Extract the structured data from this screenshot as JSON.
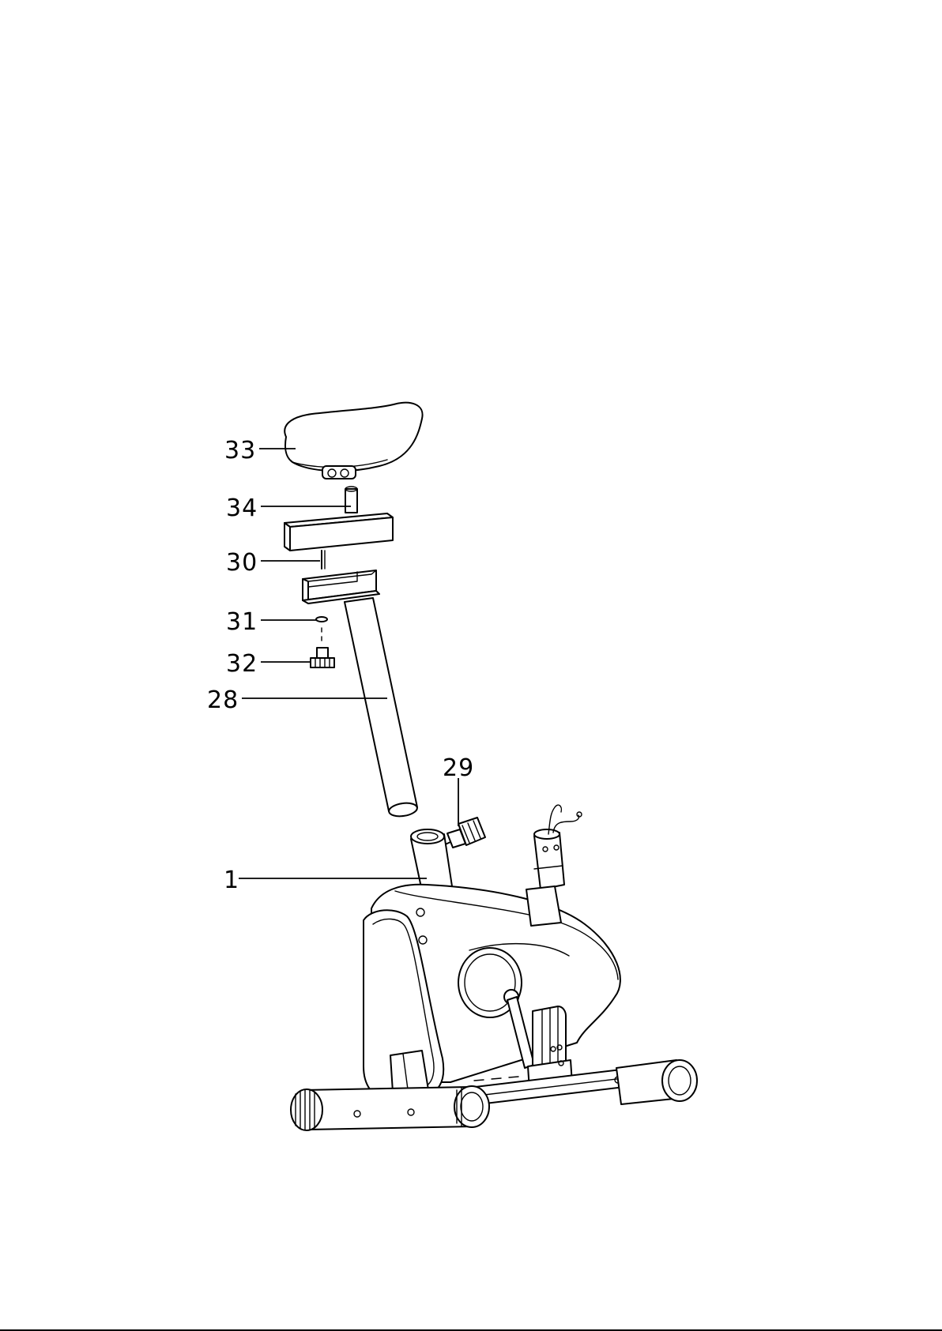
{
  "diagram": {
    "callouts": {
      "c33": "33",
      "c34": "34",
      "c30": "30",
      "c31": "31",
      "c32": "32",
      "c28": "28",
      "c29": "29",
      "c1": "1"
    }
  }
}
